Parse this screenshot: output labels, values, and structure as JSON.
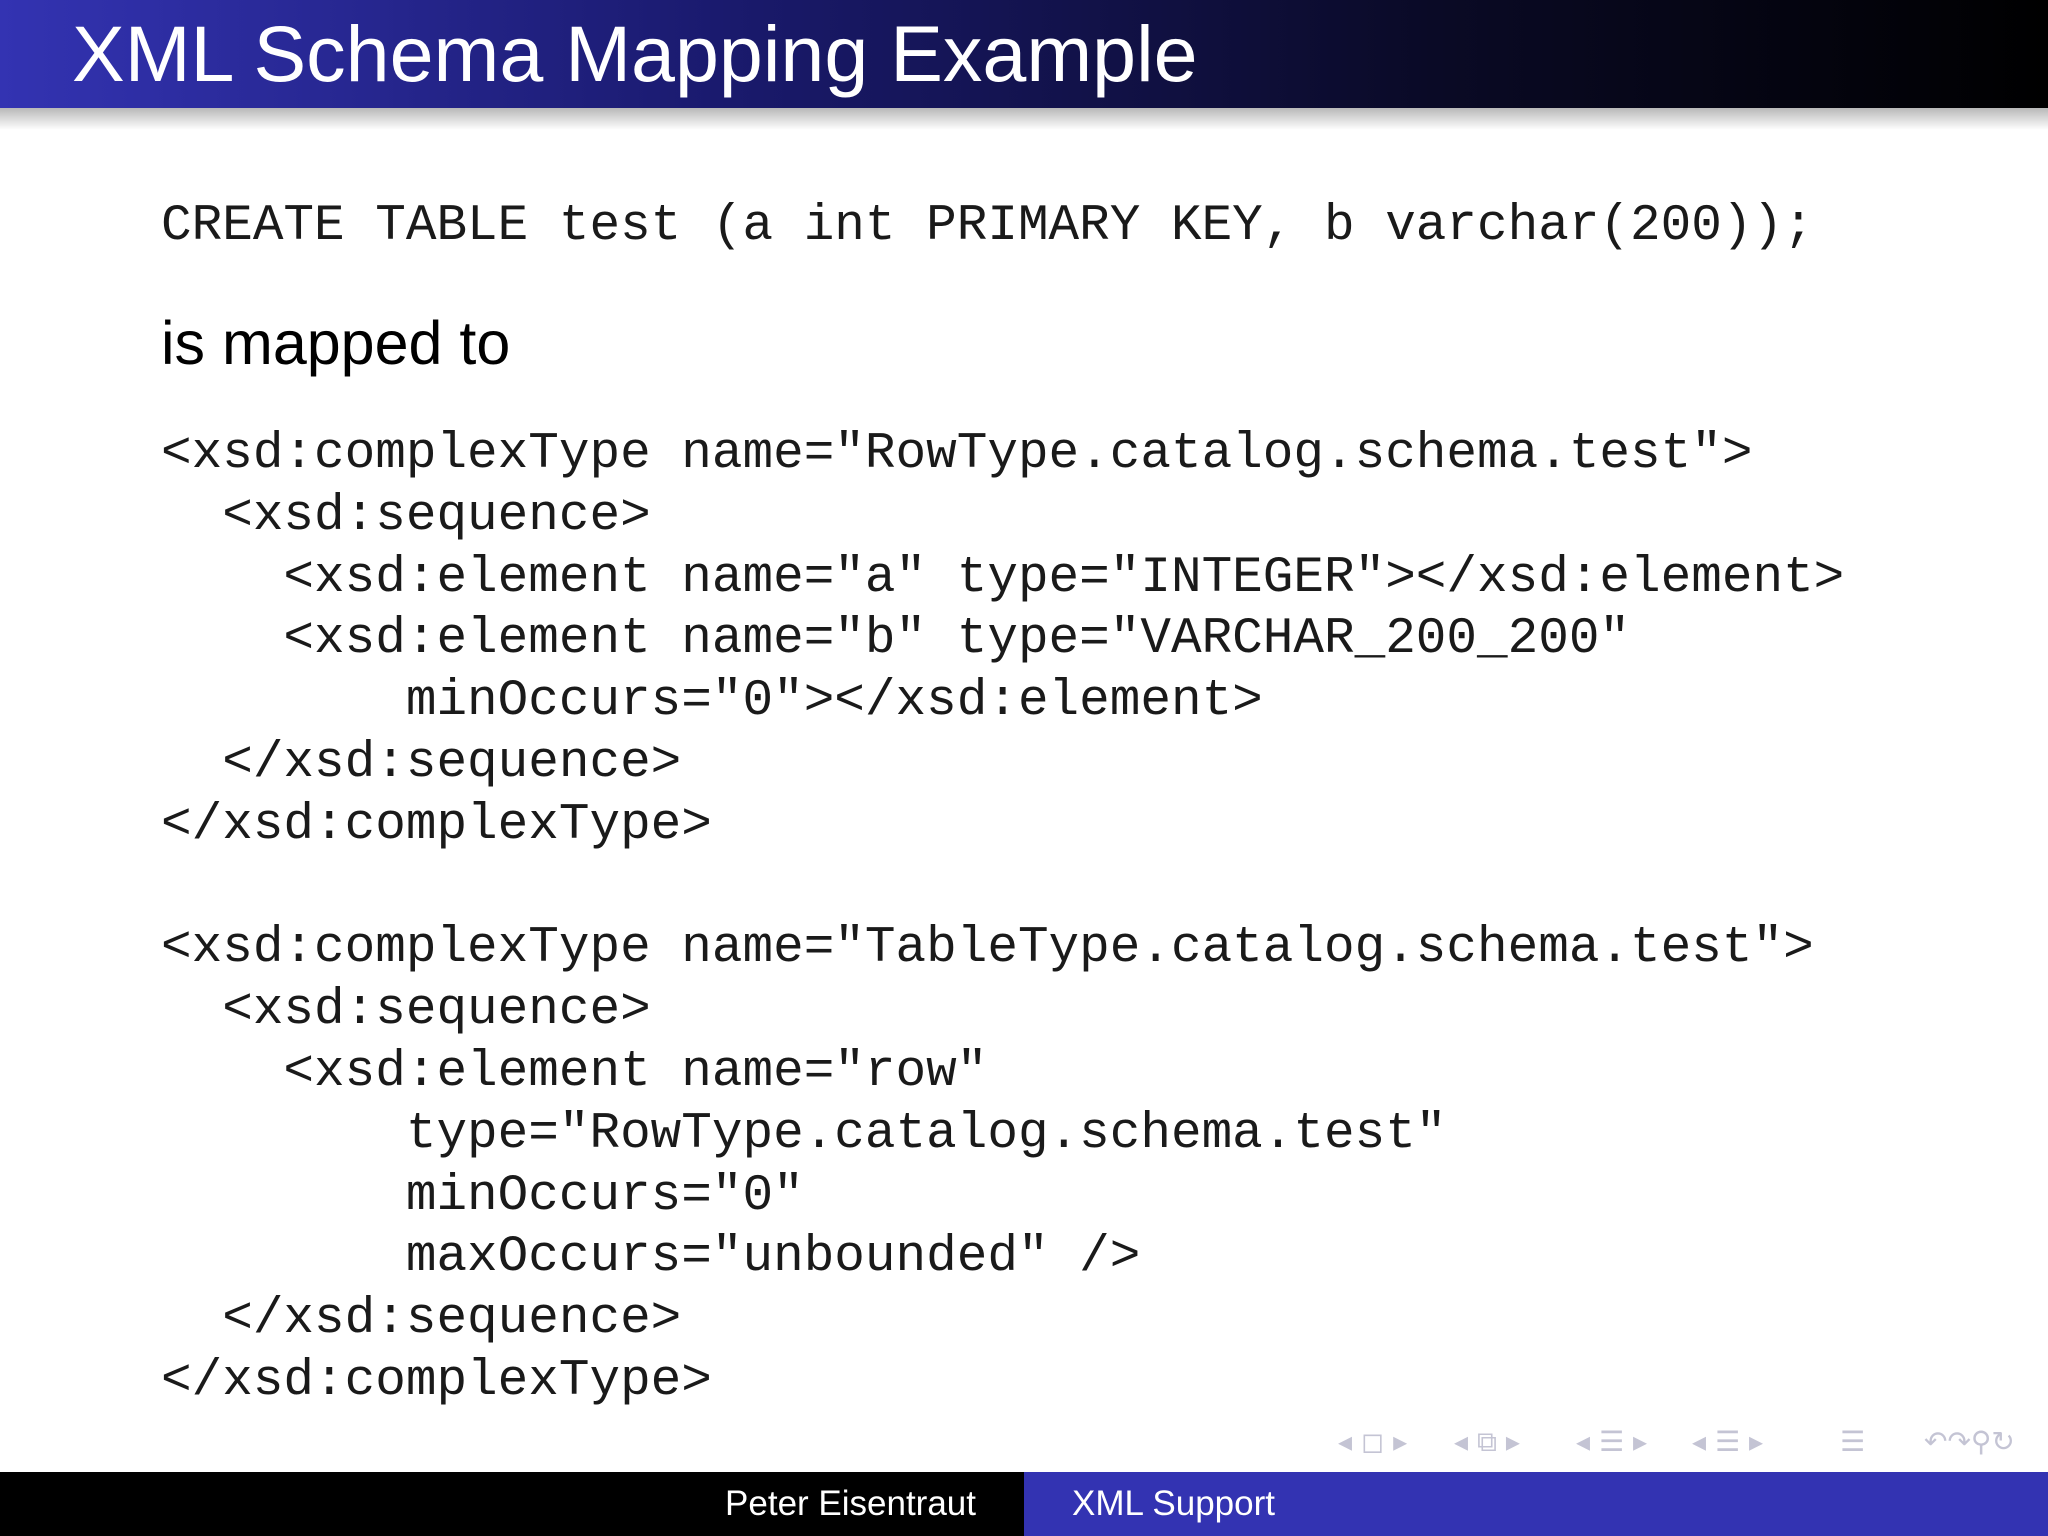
{
  "slide": {
    "title": "XML Schema Mapping Example",
    "sql_code": "CREATE TABLE test (a int PRIMARY KEY, b varchar(200));",
    "prose": "is mapped to",
    "xsd_code": "<xsd:complexType name=\"RowType.catalog.schema.test\">\n  <xsd:sequence>\n    <xsd:element name=\"a\" type=\"INTEGER\"></xsd:element>\n    <xsd:element name=\"b\" type=\"VARCHAR_200_200\"\n        minOccurs=\"0\"></xsd:element>\n  </xsd:sequence>\n</xsd:complexType>\n\n<xsd:complexType name=\"TableType.catalog.schema.test\">\n  <xsd:sequence>\n    <xsd:element name=\"row\"\n        type=\"RowType.catalog.schema.test\"\n        minOccurs=\"0\"\n        maxOccurs=\"unbounded\" />\n  </xsd:sequence>\n</xsd:complexType>"
  },
  "navigation": {
    "frame": "◂ ◻ ▸",
    "subsection": "◂ ⧉ ▸",
    "section": "◂ ☰ ▸",
    "part": "◂ ☰ ▸",
    "outline": "☰",
    "search": "↶↷⚲↻"
  },
  "footer": {
    "author": "Peter Eisentraut",
    "section": "XML Support"
  },
  "colors": {
    "title_bar_start": "#3333b2",
    "title_bar_end": "#000000",
    "footer_left": "#000000",
    "footer_right": "#3333b2",
    "nav_symbols": "#c4c4d4"
  }
}
